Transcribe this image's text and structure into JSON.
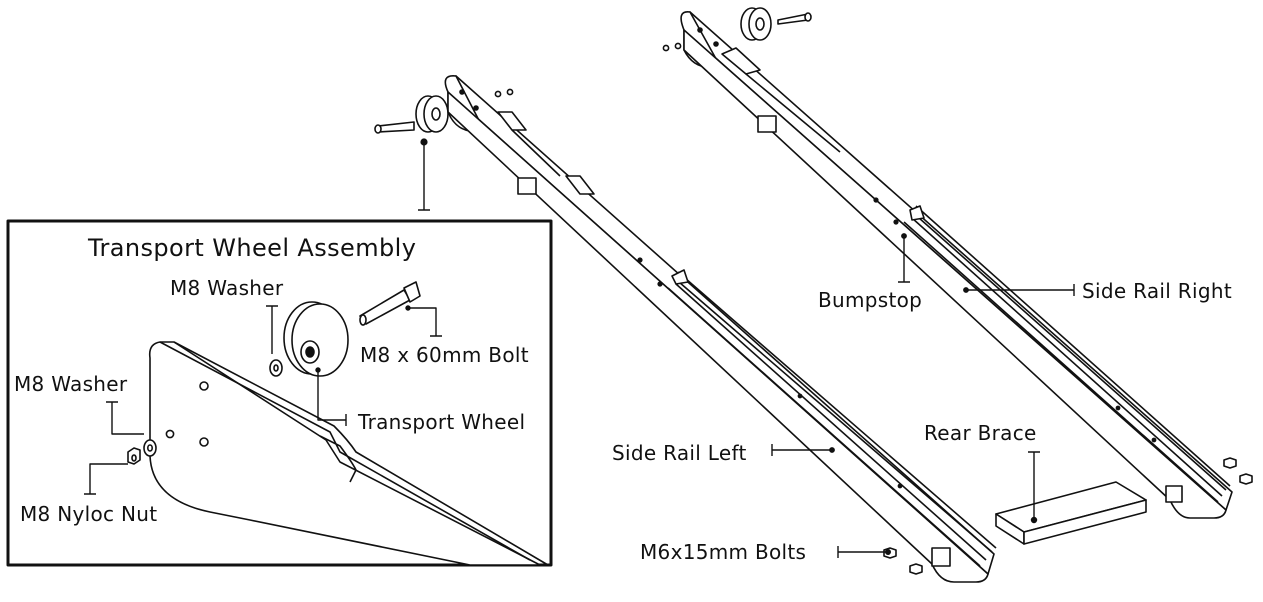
{
  "inset": {
    "title": "Transport Wheel Assembly",
    "labels": {
      "m8_washer_upper": "M8 Washer",
      "m8_bolt": "M8 x 60mm Bolt",
      "transport_wheel": "Transport Wheel",
      "m8_washer_lower": "M8 Washer",
      "m8_nyloc_nut": "M8 Nyloc Nut"
    }
  },
  "main": {
    "labels": {
      "bumpstop": "Bumpstop",
      "side_rail_right": "Side Rail Right",
      "side_rail_left": "Side Rail Left",
      "rear_brace": "Rear Brace",
      "m6_bolts": "M6x15mm Bolts"
    }
  },
  "colors": {
    "line": "#111111",
    "fill": "#ffffff",
    "shade": "#dddddd"
  }
}
